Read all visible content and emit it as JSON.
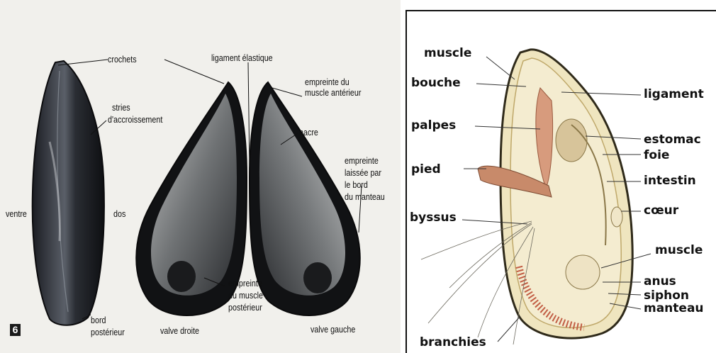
{
  "left_figure": {
    "figure_number": "6",
    "labels": {
      "crochets": "crochets",
      "ligament": "ligament élastique",
      "empreinte_anterieur_1": "empreinte du",
      "empreinte_anterieur_2": "muscle antérieur",
      "stries_1": "stries",
      "stries_2": "d'accroissement",
      "nacre": "nacre",
      "empreinte_manteau_1": "empreinte",
      "empreinte_manteau_2": "laissée par",
      "empreinte_manteau_3": "le bord",
      "empreinte_manteau_4": "du manteau",
      "ventre": "ventre",
      "dos": "dos",
      "empreinte_posterieur_1": "empreinte",
      "empreinte_posterieur_2": "du muscle",
      "empreinte_posterieur_3": "postérieur",
      "bord_1": "bord",
      "bord_2": "postérieur",
      "valve_droite": "valve droite",
      "valve_gauche": "valve gauche"
    }
  },
  "right_figure": {
    "labels": {
      "muscle_top": "muscle",
      "bouche": "bouche",
      "ligament": "ligament",
      "palpes": "palpes",
      "estomac": "estomac",
      "foie": "foie",
      "pied": "pied",
      "intestin": "intestin",
      "coeur": "cœur",
      "byssus": "byssus",
      "muscle_bottom": "muscle",
      "anus": "anus",
      "siphon": "siphon",
      "manteau": "manteau",
      "branchies": "branchies"
    }
  }
}
